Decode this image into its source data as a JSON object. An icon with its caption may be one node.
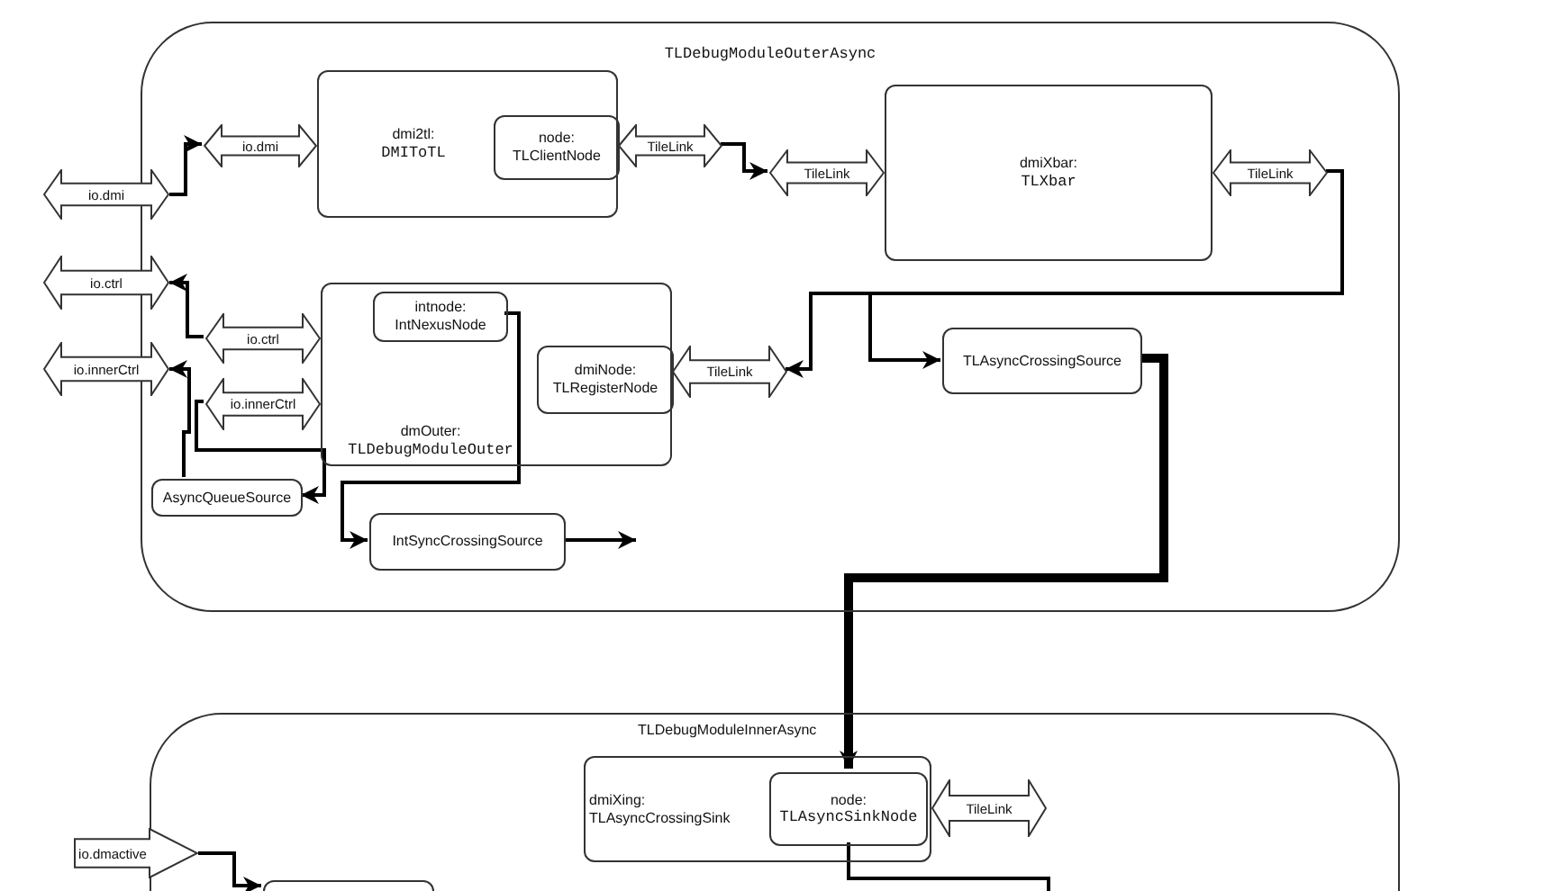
{
  "diagram": {
    "nodes": [
      {
        "text": [
          "TLDebugModuleOuterAsync"
        ]
      },
      {
        "text": [
          "dmi2tl:",
          "DMIToTL"
        ],
        "in": 0
      },
      {
        "text": [
          "node:",
          "TLClientNode"
        ],
        "in": 1
      },
      {
        "text": [
          "io.dmi"
        ],
        "in": 0
      },
      {
        "text": [
          "TileLink"
        ],
        "in": 0
      },
      {
        "text": [
          "dmiXbar:",
          "TLXbar"
        ],
        "in": 0
      },
      {
        "text": [
          "TileLink"
        ],
        "in": 0
      },
      {
        "text": [
          "TileLink"
        ],
        "in": 0
      },
      {
        "text": [
          "dmOuter:",
          "TLDebugModuleOuter"
        ],
        "in": 0
      },
      {
        "text": [
          "intnode: IntNexusNode"
        ],
        "in": 8
      },
      {
        "text": [
          "dmiNode: TLRegisterNode"
        ],
        "in": 8
      },
      {
        "text": [
          "TileLink"
        ],
        "in": 0
      },
      {
        "text": [
          "io.ctrl"
        ],
        "in": 0
      },
      {
        "text": [
          "io.innerCtrl"
        ],
        "in": 0
      },
      {
        "text": [
          "AsyncQueueSource"
        ],
        "in": 0
      },
      {
        "text": [
          "IntSyncCrossingSource"
        ],
        "in": 0
      },
      {
        "text": [
          "TLAsyncCrossingSource"
        ],
        "in": 0
      },
      {
        "text": [
          "io.dmi"
        ]
      },
      {
        "text": [
          "io.ctrl"
        ]
      },
      {
        "text": [
          "io.innerCtrl"
        ]
      },
      {
        "text": [
          "TLDebugModuleInnerAsync"
        ]
      },
      {
        "text": [
          "dmiXing:",
          "TLAsyncCrossingSink"
        ],
        "in": 20
      },
      {
        "text": [
          "node:",
          "TLAsyncSinkNode"
        ],
        "in": 21
      },
      {
        "text": [
          "TileLink"
        ],
        "in": 20
      },
      {
        "text": [
          "io.dmactive"
        ]
      },
      {
        "text": [],
        "shape": "box",
        "in": 20
      }
    ],
    "edges": [
      {
        "from": 17,
        "to": 3,
        "arrow": "to"
      },
      {
        "from": 4,
        "to": 6,
        "arrow": "to"
      },
      {
        "from": 7,
        "to": 11,
        "arrow": "to"
      },
      {
        "from": 7,
        "to": 16,
        "arrow": "to"
      },
      {
        "from": 12,
        "to": 18,
        "arrow": "to"
      },
      {
        "from": 14,
        "to": 19,
        "arrow": "to"
      },
      {
        "from": 13,
        "to": 14,
        "arrow": "to"
      },
      {
        "from": 9,
        "to": 15,
        "arrow": "to"
      },
      {
        "from": 15,
        "to": null,
        "arrow": "to"
      },
      {
        "from": 16,
        "to": 22,
        "arrow": "to",
        "style": "thick"
      },
      {
        "from": 24,
        "to": 25,
        "arrow": "to"
      },
      {
        "from": 22,
        "to": null,
        "arrow": "none"
      }
    ]
  }
}
